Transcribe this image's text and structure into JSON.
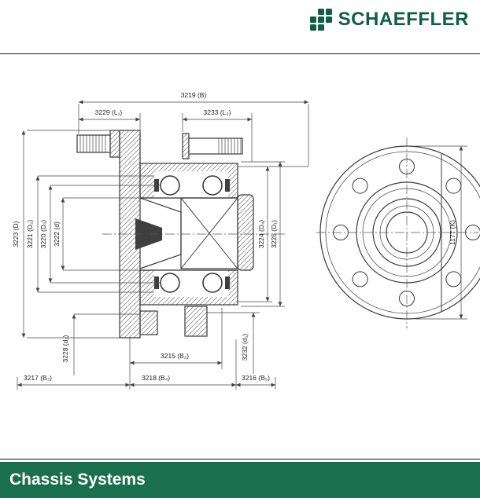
{
  "header": {
    "logo_text": "SCHAEFFLER"
  },
  "footer": {
    "title": "Chassis Systems"
  },
  "colors": {
    "brand_green": "#0f5f43",
    "footer_green": "#1a6f4e",
    "line": "#3a3a3a"
  },
  "icons": {
    "logo": "grid-of-squares"
  },
  "dims": {
    "b": "3219 (B)",
    "l1": "3229 (L₁)",
    "l2": "3233 (L₂)",
    "d_cap": "3223 (D)",
    "d2_cap": "3221 (D₂)",
    "d3_cap": "3220 (D₃)",
    "d_small": "3222 (d)",
    "d4_cap": "3224 (D₄)",
    "d1_cap": "3225 (D₁)",
    "d2_small": "3228 (d₂)",
    "d1_small": "3232 (d₁)",
    "b2": "3215 (B₂)",
    "b3": "3217 (B₃)",
    "b4": "3218 (B₄)",
    "b5": "3216 (B₅)",
    "k": "1177 (K)"
  }
}
